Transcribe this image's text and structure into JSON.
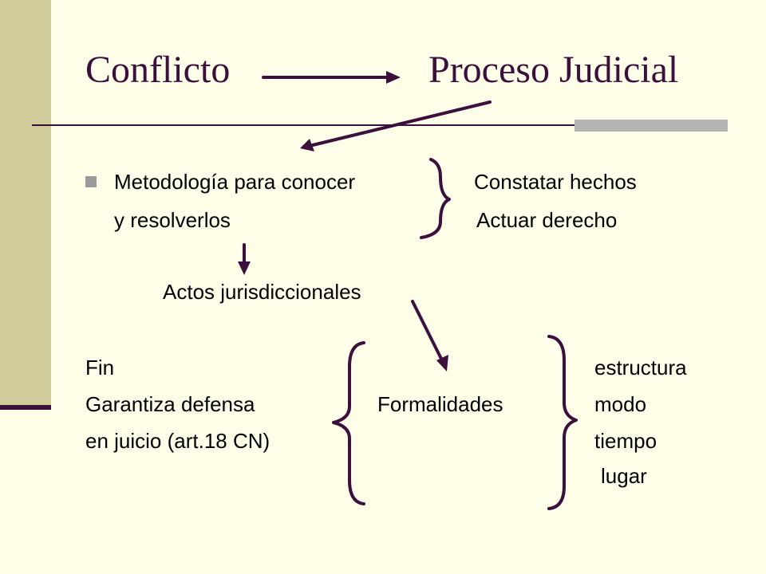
{
  "title": {
    "left": "Conflicto",
    "right": "Proceso Judicial"
  },
  "bullet": {
    "line1": "Metodología para conocer",
    "line2": "y resolverlos"
  },
  "right_group": {
    "item1": "Constatar hechos",
    "item2": "Actuar derecho"
  },
  "acts": "Actos jurisdiccionales",
  "left_list": {
    "fin": "Fin",
    "garantiza": "Garantiza defensa",
    "juicio": "en juicio (art.18 CN)"
  },
  "center": "Formalidades",
  "right_list": [
    "estructura",
    "modo",
    "tiempo",
    "lugar"
  ],
  "colors": {
    "accent": "#3c0f3c",
    "background": "#fefde8",
    "side_band": "#cfcb9a",
    "grey_bar": "#b3b3b3"
  }
}
